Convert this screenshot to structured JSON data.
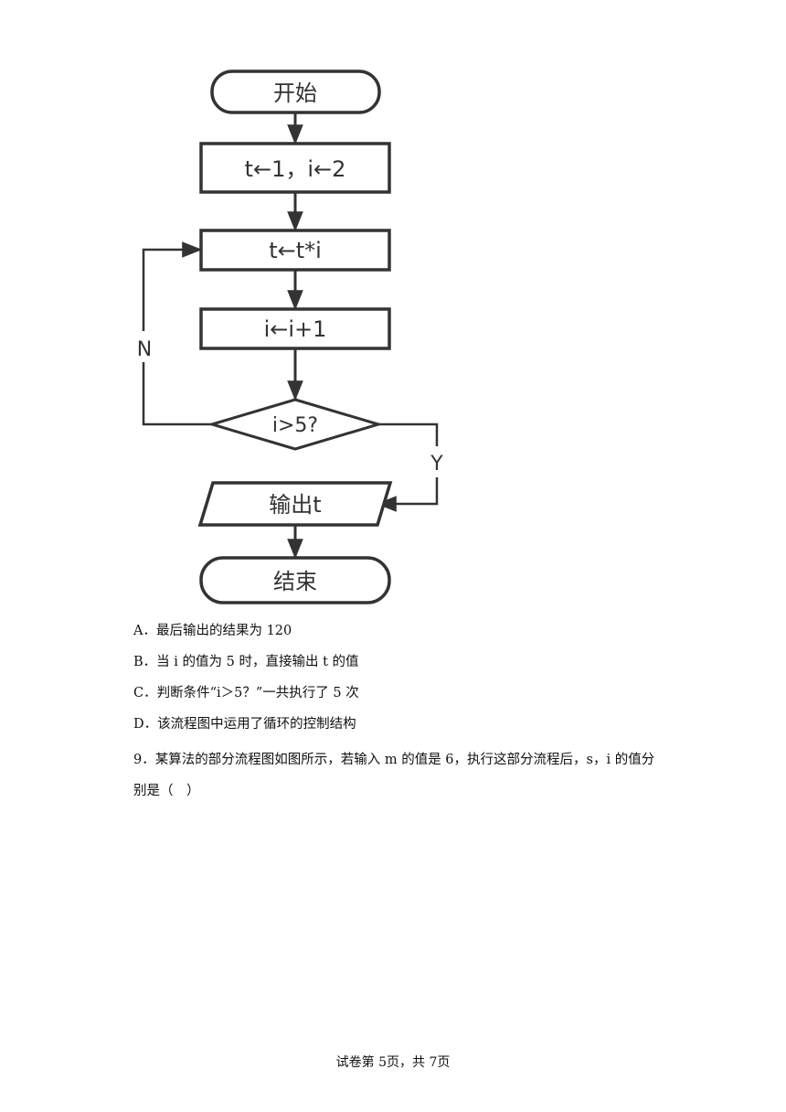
{
  "flowchart": {
    "start": "开始",
    "init": "t←1，i←2",
    "multiply": "t←t*i",
    "increment": "i←i+1",
    "condition": "i>5?",
    "no_label": "N",
    "yes_label": "Y",
    "output": "输出t",
    "end": "结束"
  },
  "options": [
    {
      "label": "A．最后输出的结果为 120"
    },
    {
      "label": "B．当 i 的值为 5 时，直接输出 t 的值"
    },
    {
      "label": "C．判断条件“i＞5？”一共执行了 5 次"
    },
    {
      "label": "D．该流程图中运用了循环的控制结构"
    }
  ],
  "question": {
    "text": "9．某算法的部分流程图如图所示，若输入 m 的值是 6，执行这部分流程后，s，i 的值分别是（　）"
  },
  "footer": {
    "page_text": "试卷第 5页，共 7页"
  }
}
